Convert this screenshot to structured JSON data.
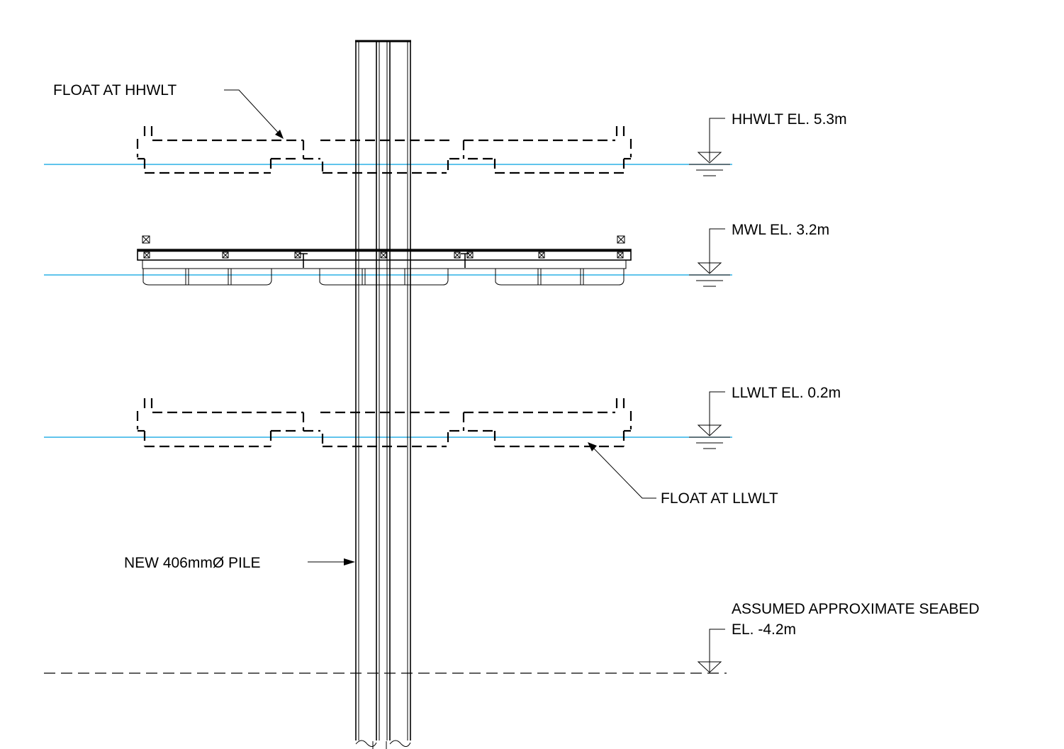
{
  "labels": {
    "float_hhwlt": "FLOAT AT HHWLT",
    "float_llwlt": "FLOAT AT LLWLT",
    "pile": "NEW 406mmØ PILE",
    "hhwlt": "HHWLT EL. 5.3m",
    "mwl": "MWL EL. 3.2m",
    "llwlt": "LLWLT EL. 0.2m",
    "seabed_line1": "ASSUMED APPROXIMATE SEABED",
    "seabed_line2": "EL. -4.2m"
  },
  "colors": {
    "water_line": "#00a0e0",
    "linework": "#000000",
    "background": "#ffffff"
  }
}
